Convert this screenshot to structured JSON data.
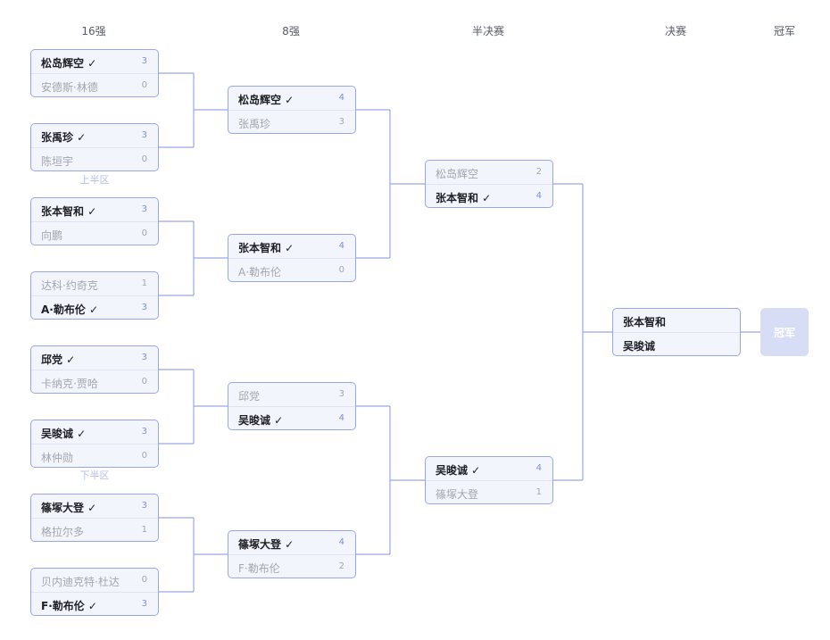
{
  "rounds": [
    "16强",
    "8强",
    "半决赛",
    "决赛",
    "冠军"
  ],
  "half_labels": {
    "upper": "上半区",
    "lower": "下半区"
  },
  "champion_label": "冠军",
  "r16": [
    {
      "top": {
        "name": "松岛辉空 ✓",
        "score": "3",
        "win": true
      },
      "bottom": {
        "name": "安德斯·林德",
        "score": "0",
        "win": false
      }
    },
    {
      "top": {
        "name": "张禹珍 ✓",
        "score": "3",
        "win": true
      },
      "bottom": {
        "name": "陈垣宇",
        "score": "0",
        "win": false
      }
    },
    {
      "top": {
        "name": "张本智和 ✓",
        "score": "3",
        "win": true
      },
      "bottom": {
        "name": "向鹏",
        "score": "0",
        "win": false
      }
    },
    {
      "top": {
        "name": "达科·约奇克",
        "score": "1",
        "win": false
      },
      "bottom": {
        "name": "A·勒布伦 ✓",
        "score": "3",
        "win": true
      }
    },
    {
      "top": {
        "name": "邱党 ✓",
        "score": "3",
        "win": true
      },
      "bottom": {
        "name": "卡纳克·贾哈",
        "score": "0",
        "win": false
      }
    },
    {
      "top": {
        "name": "吴晙诚 ✓",
        "score": "3",
        "win": true
      },
      "bottom": {
        "name": "林仲勋",
        "score": "0",
        "win": false
      }
    },
    {
      "top": {
        "name": "篠塚大登 ✓",
        "score": "3",
        "win": true
      },
      "bottom": {
        "name": "格拉尔多",
        "score": "1",
        "win": false
      }
    },
    {
      "top": {
        "name": "贝内迪克特·杜达",
        "score": "0",
        "win": false
      },
      "bottom": {
        "name": "F·勒布伦 ✓",
        "score": "3",
        "win": true
      }
    }
  ],
  "qf": [
    {
      "top": {
        "name": "松岛辉空 ✓",
        "score": "4",
        "win": true
      },
      "bottom": {
        "name": "张禹珍",
        "score": "3",
        "win": false
      }
    },
    {
      "top": {
        "name": "张本智和 ✓",
        "score": "4",
        "win": true
      },
      "bottom": {
        "name": "A·勒布伦",
        "score": "0",
        "win": false
      }
    },
    {
      "top": {
        "name": "邱党",
        "score": "3",
        "win": false
      },
      "bottom": {
        "name": "吴晙诚 ✓",
        "score": "4",
        "win": true
      }
    },
    {
      "top": {
        "name": "篠塚大登 ✓",
        "score": "4",
        "win": true
      },
      "bottom": {
        "name": "F·勒布伦",
        "score": "2",
        "win": false
      }
    }
  ],
  "sf": [
    {
      "top": {
        "name": "松岛辉空",
        "score": "2",
        "win": false
      },
      "bottom": {
        "name": "张本智和 ✓",
        "score": "4",
        "win": true
      }
    },
    {
      "top": {
        "name": "吴晙诚 ✓",
        "score": "4",
        "win": true
      },
      "bottom": {
        "name": "篠塚大登",
        "score": "1",
        "win": false
      }
    }
  ],
  "final": {
    "top": {
      "name": "张本智和"
    },
    "bottom": {
      "name": "吴晙诚"
    }
  },
  "colors": {
    "line": "#9aa7e6",
    "card_bg": "#f3f5fc",
    "winner_score": "#7d8fe0",
    "loser_text": "#a3a6ae",
    "champion_bg": "#d8ddf6"
  }
}
